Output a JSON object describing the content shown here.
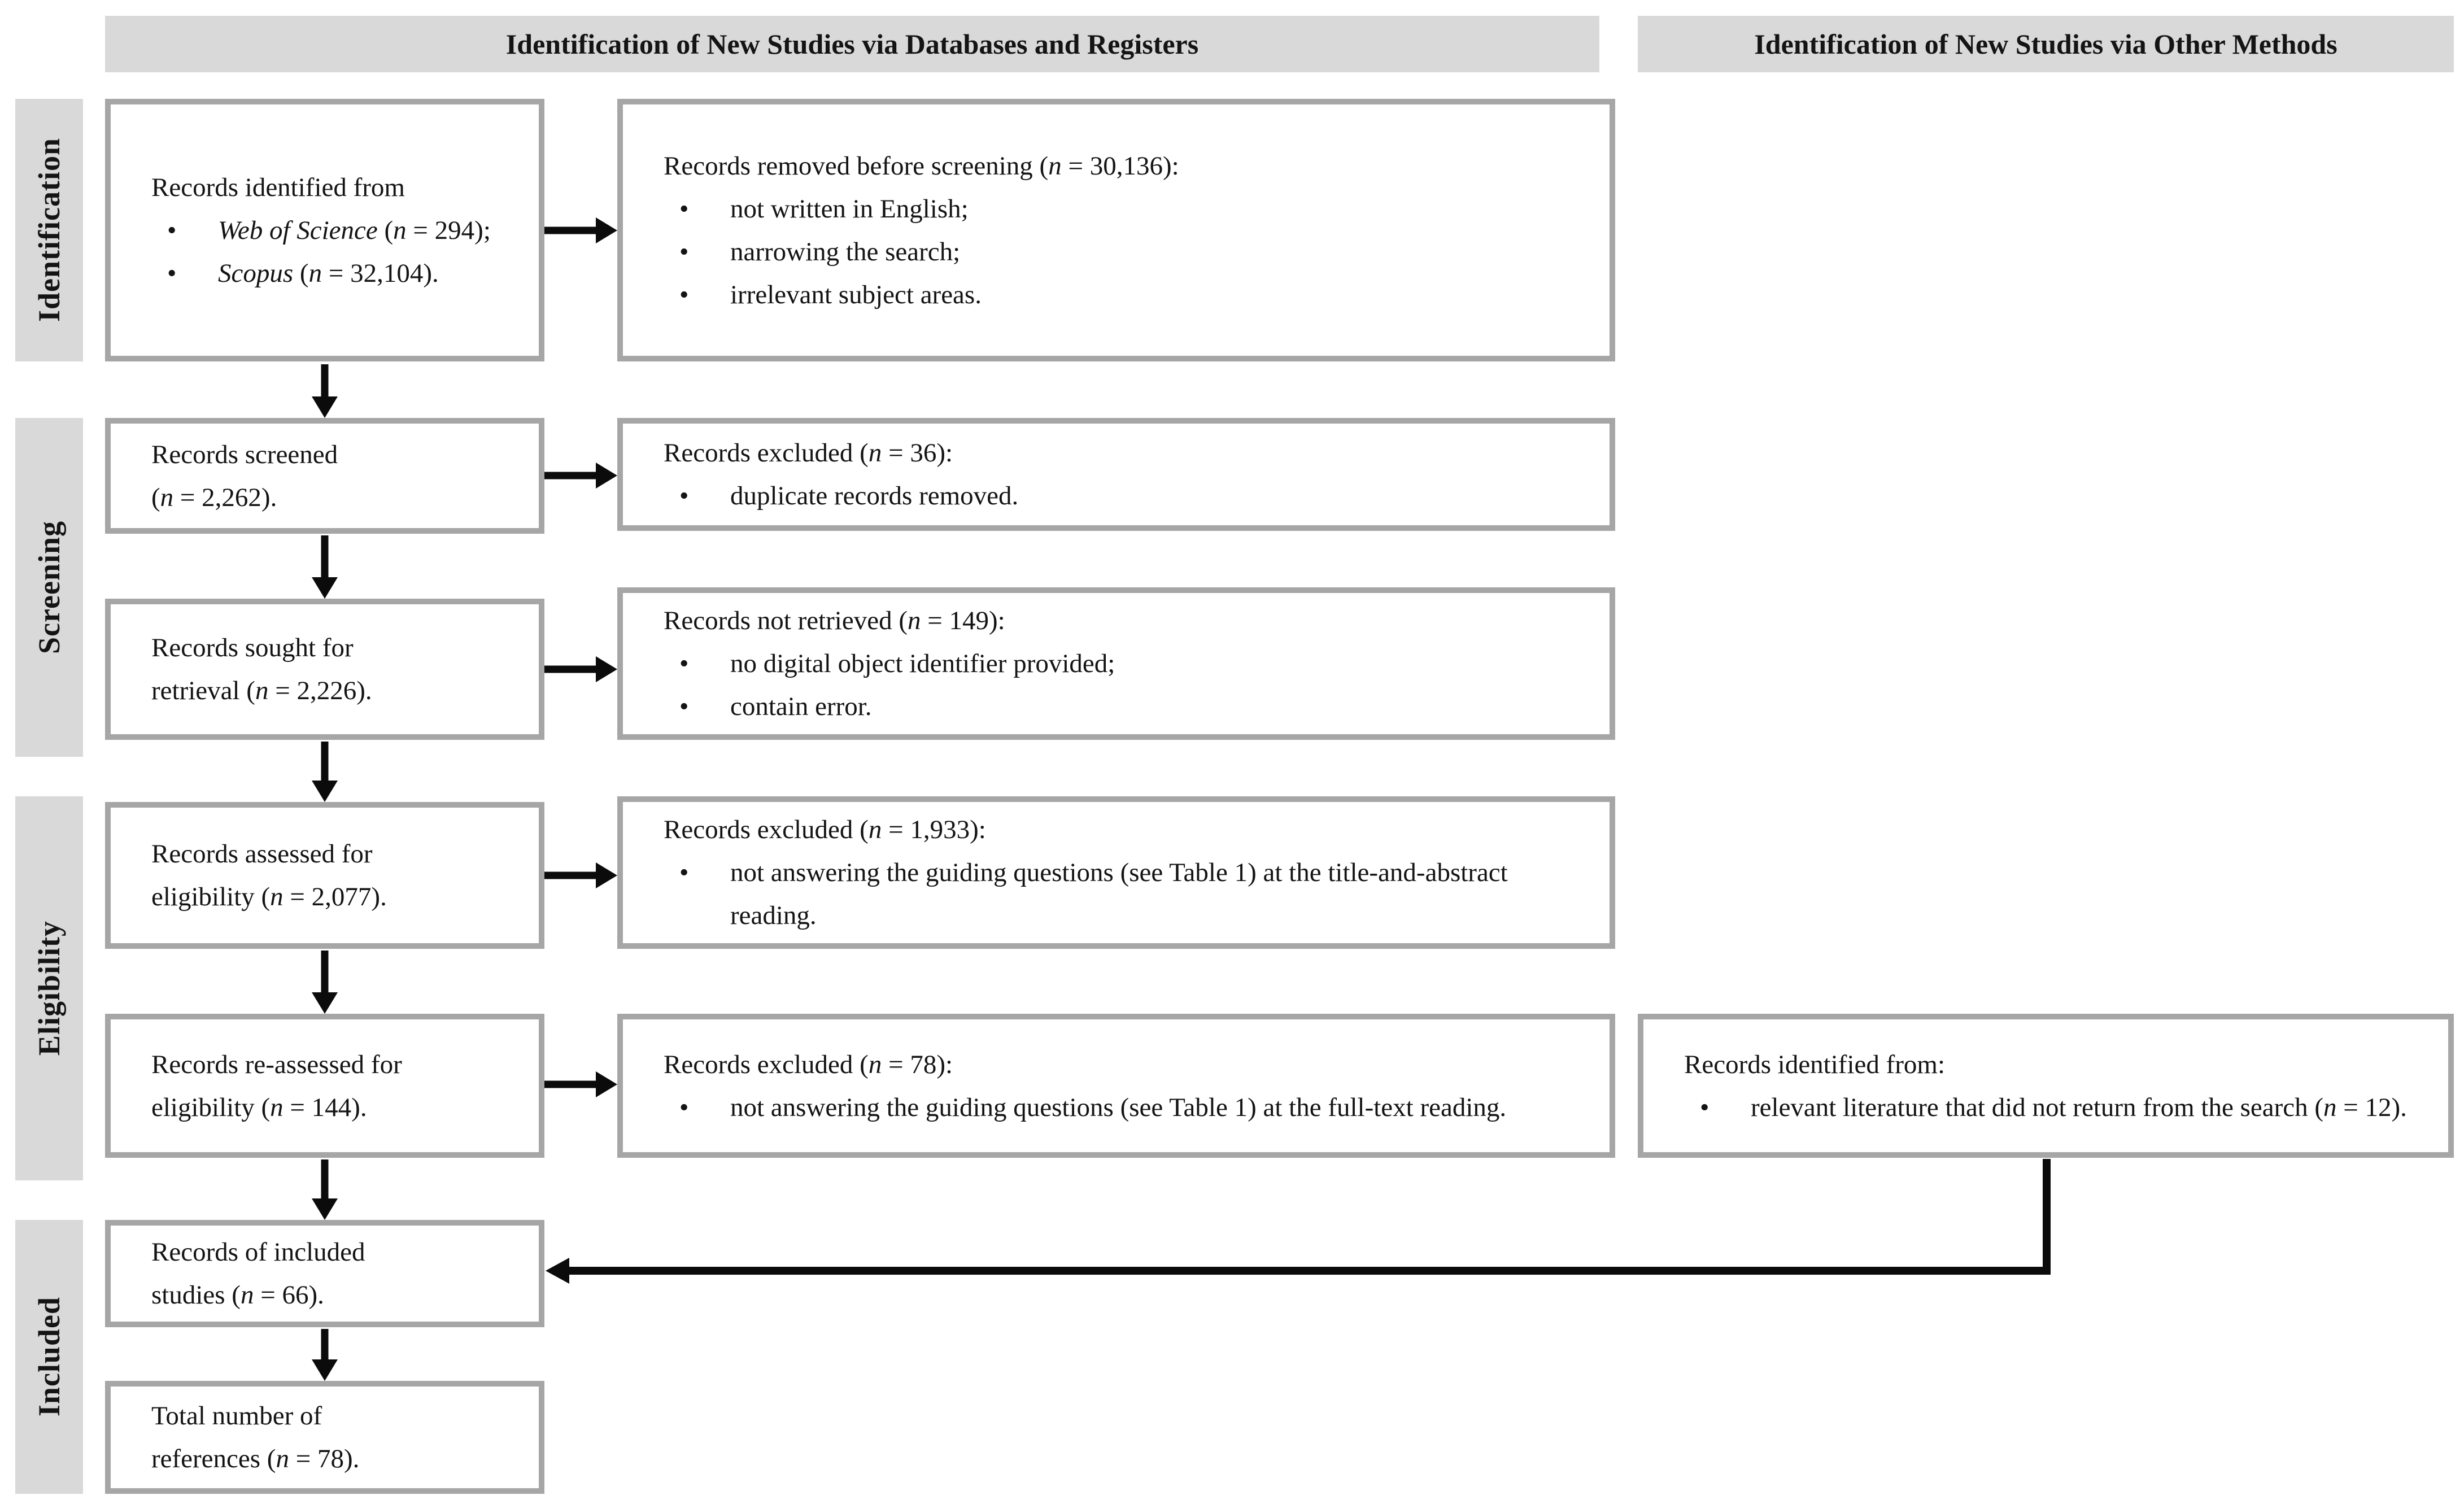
{
  "headers": {
    "databases": "Identification of New Studies via Databases and Registers",
    "other_methods": "Identification of New Studies via Other Methods"
  },
  "stages": {
    "identification": "Identification",
    "screening": "Screening",
    "eligibility": "Eligibility",
    "included": "Included"
  },
  "boxes": {
    "identified": {
      "lines": [
        [
          {
            "t": "Records identified from"
          }
        ]
      ],
      "bullets": [
        [
          {
            "t": "Web of Science",
            "i": true
          },
          {
            "t": " ("
          },
          {
            "t": "n",
            "i": true
          },
          {
            "t": " = 294);"
          }
        ],
        [
          {
            "t": "Scopus",
            "i": true
          },
          {
            "t": " ("
          },
          {
            "t": "n",
            "i": true
          },
          {
            "t": " = 32,104)."
          }
        ]
      ]
    },
    "removed_before_screening": {
      "lines": [
        [
          {
            "t": "Records removed before screening ("
          },
          {
            "t": "n",
            "i": true
          },
          {
            "t": " = 30,136):"
          }
        ]
      ],
      "bullets": [
        [
          {
            "t": "not written in English;"
          }
        ],
        [
          {
            "t": "narrowing the search;"
          }
        ],
        [
          {
            "t": "irrelevant subject areas."
          }
        ]
      ]
    },
    "screened": {
      "lines": [
        [
          {
            "t": "Records screened"
          }
        ],
        [
          {
            "t": "("
          },
          {
            "t": "n",
            "i": true
          },
          {
            "t": " = 2,262)."
          }
        ]
      ]
    },
    "excluded_duplicates": {
      "lines": [
        [
          {
            "t": "Records excluded ("
          },
          {
            "t": "n",
            "i": true
          },
          {
            "t": " = 36):"
          }
        ]
      ],
      "bullets": [
        [
          {
            "t": "duplicate records removed."
          }
        ]
      ]
    },
    "sought_for_retrieval": {
      "lines": [
        [
          {
            "t": "Records sought for"
          }
        ],
        [
          {
            "t": "retrieval ("
          },
          {
            "t": "n",
            "i": true
          },
          {
            "t": " = 2,226)."
          }
        ]
      ]
    },
    "not_retrieved": {
      "lines": [
        [
          {
            "t": "Records not retrieved ("
          },
          {
            "t": "n",
            "i": true
          },
          {
            "t": " = 149):"
          }
        ]
      ],
      "bullets": [
        [
          {
            "t": "no digital object identifier provided;"
          }
        ],
        [
          {
            "t": "contain error."
          }
        ]
      ]
    },
    "assessed": {
      "lines": [
        [
          {
            "t": "Records assessed for"
          }
        ],
        [
          {
            "t": "eligibility ("
          },
          {
            "t": "n",
            "i": true
          },
          {
            "t": " = 2,077)."
          }
        ]
      ]
    },
    "excluded_title_abstract": {
      "lines": [
        [
          {
            "t": "Records excluded ("
          },
          {
            "t": "n",
            "i": true
          },
          {
            "t": " = 1,933):"
          }
        ]
      ],
      "bullets": [
        [
          {
            "t": "not answering the guiding questions (see Table 1) at the title-and-abstract reading."
          }
        ]
      ]
    },
    "reassessed": {
      "lines": [
        [
          {
            "t": "Records re-assessed for"
          }
        ],
        [
          {
            "t": "eligibility ("
          },
          {
            "t": "n",
            "i": true
          },
          {
            "t": " = 144)."
          }
        ]
      ]
    },
    "excluded_full_text": {
      "lines": [
        [
          {
            "t": "Records excluded ("
          },
          {
            "t": "n",
            "i": true
          },
          {
            "t": " = 78):"
          }
        ]
      ],
      "bullets": [
        [
          {
            "t": "not answering the guiding questions (see Table 1) at the full-text reading."
          }
        ]
      ]
    },
    "other_methods_identified": {
      "lines": [
        [
          {
            "t": "Records identified from:"
          }
        ]
      ],
      "bullets": [
        [
          {
            "t": "relevant literature that did not return from the search ("
          },
          {
            "t": "n",
            "i": true
          },
          {
            "t": " = 12)."
          }
        ]
      ]
    },
    "included_studies": {
      "lines": [
        [
          {
            "t": "Records of included"
          }
        ],
        [
          {
            "t": "studies ("
          },
          {
            "t": "n",
            "i": true
          },
          {
            "t": " = 66)."
          }
        ]
      ]
    },
    "total_references": {
      "lines": [
        [
          {
            "t": "Total number of"
          }
        ],
        [
          {
            "t": "references ("
          },
          {
            "t": "n",
            "i": true
          },
          {
            "t": " = 78)."
          }
        ]
      ]
    }
  },
  "colors": {
    "band": "#d9d9d9",
    "bord": "#a6a6a6",
    "arrow": "#0b0b0b",
    "text": "#141414"
  }
}
